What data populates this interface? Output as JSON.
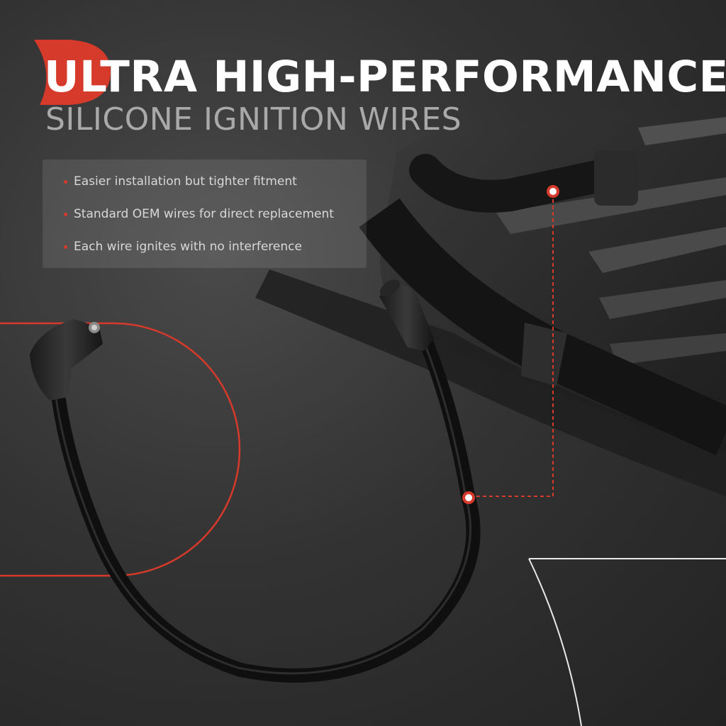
{
  "headline": {
    "title": "ULTRA HIGH-PERFORMANCE",
    "subtitle": "SILICONE IGNITION WIRES"
  },
  "features": [
    {
      "text": "Easier installation but tighter fitment",
      "icon": "red-bullet-icon"
    },
    {
      "text": "Standard OEM wires for direct replacement",
      "icon": "red-bullet-icon"
    },
    {
      "text": "Each wire ignites with no interference",
      "icon": "red-bullet-icon"
    }
  ],
  "colors": {
    "accent": "#d63a2a",
    "title": "#ffffff",
    "subtitle": "#a9a9a9",
    "feature_text": "#d8d8d8"
  }
}
